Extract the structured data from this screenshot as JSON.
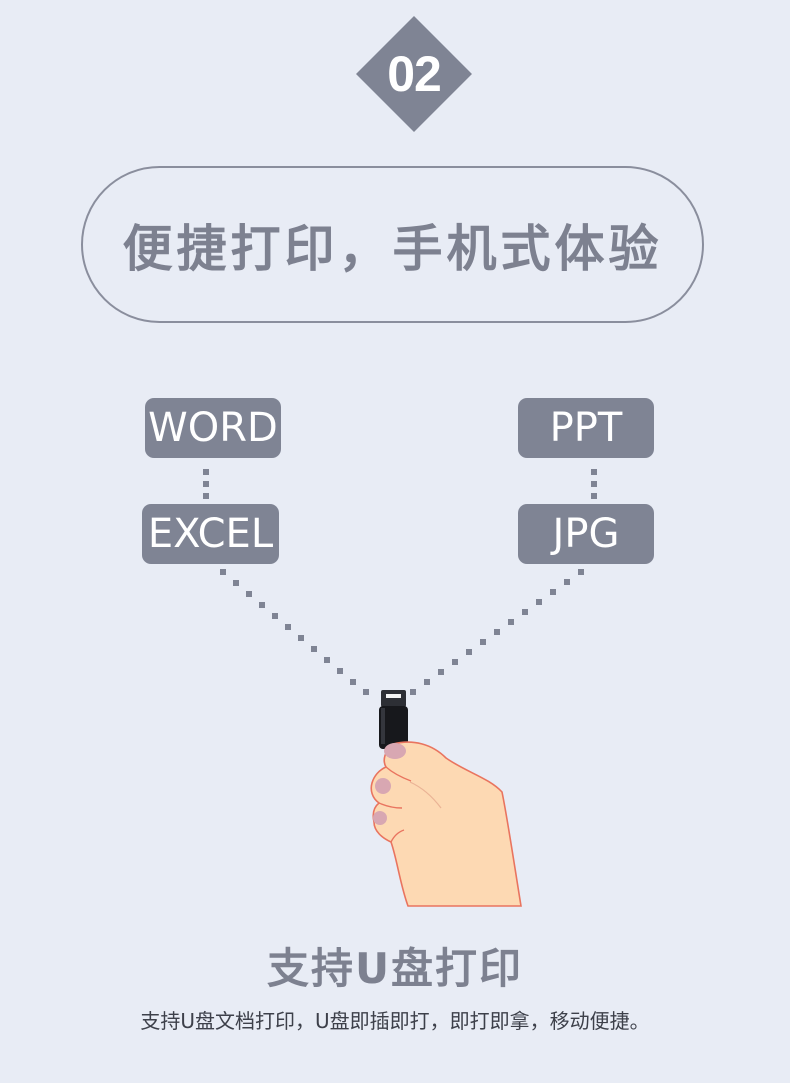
{
  "badge": {
    "number": "02"
  },
  "headline": {
    "text": "便捷打印，手机式体验"
  },
  "formats": {
    "word": "WORD",
    "ppt": "PPT",
    "excel": "EXCEL",
    "jpg": "JPG"
  },
  "feature": {
    "title": "支持U盘打印",
    "description": "支持U盘文档打印，U盘即插即打，即打即拿，移动便捷。"
  },
  "colors": {
    "background": "#e8ecf5",
    "accent_gray": "#7f8494",
    "text_gray": "#7d8190",
    "skin": "#fdd9b3",
    "skin_outline": "#e9745f",
    "usb_body": "#17181c"
  },
  "icons": {
    "badge": "diamond-badge",
    "usb": "usb-drive-icon",
    "hand": "hand-icon"
  }
}
